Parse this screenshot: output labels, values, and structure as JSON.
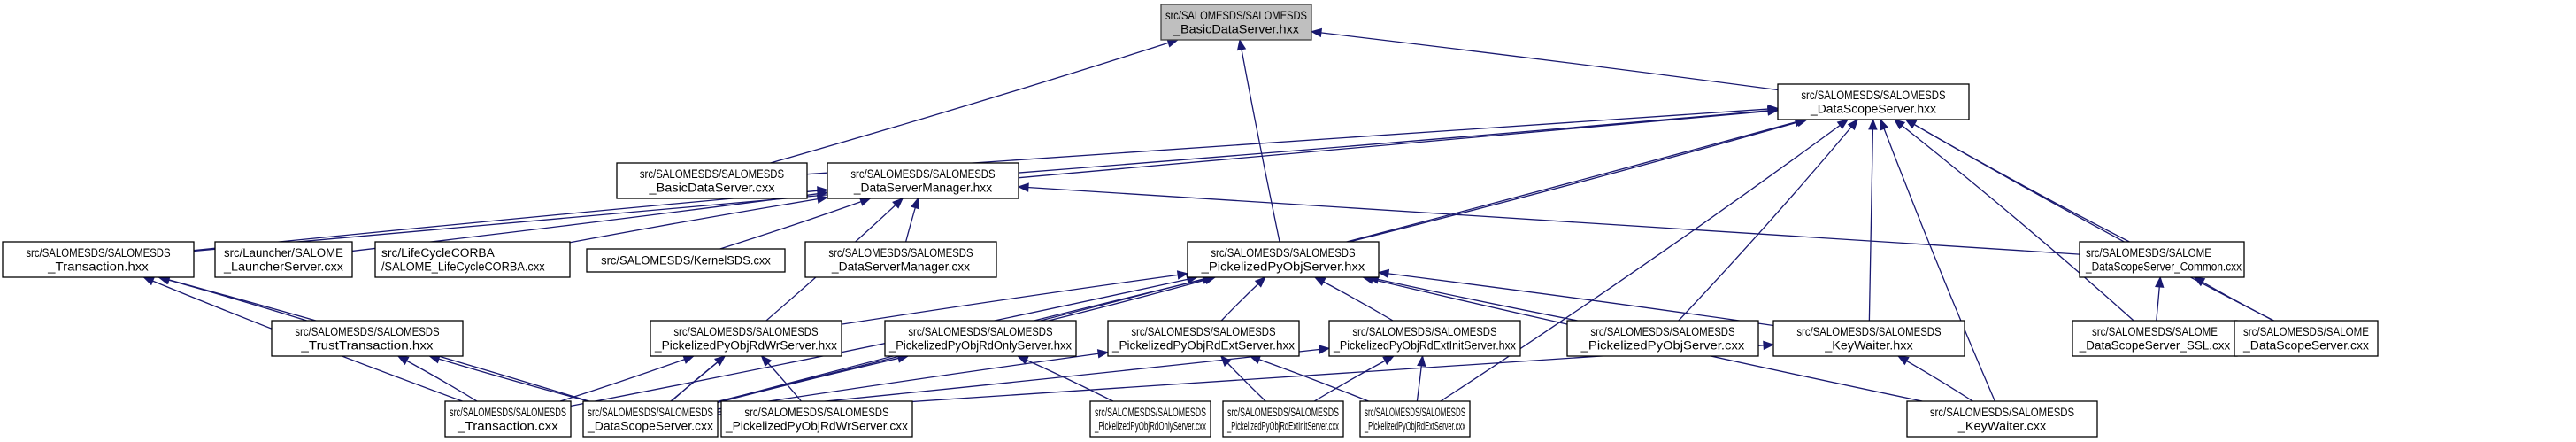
{
  "diagram": {
    "type": "include-dependency-graph",
    "colors": {
      "edge": "#191970",
      "root_fill": "#bfbfbf",
      "node_fill": "#ffffff",
      "node_border": "#000000"
    },
    "nodes": [
      {
        "id": "n0",
        "lines": [
          "src/SALOMESDS/SALOMESDS",
          "_BasicDataServer.hxx"
        ],
        "root": true
      },
      {
        "id": "n1",
        "lines": [
          "src/SALOMESDS/SALOMESDS",
          "_DataScopeServer.hxx"
        ]
      },
      {
        "id": "n2",
        "lines": [
          "src/SALOMESDS/SALOMESDS",
          "_BasicDataServer.cxx"
        ]
      },
      {
        "id": "n3",
        "lines": [
          "src/SALOMESDS/SALOMESDS",
          "_DataServerManager.hxx"
        ]
      },
      {
        "id": "n4",
        "lines": [
          "src/SALOMESDS/SALOMESDS",
          "_Transaction.hxx"
        ]
      },
      {
        "id": "n5",
        "lines": [
          "src/Launcher/SALOME",
          "_LauncherServer.cxx"
        ]
      },
      {
        "id": "n6",
        "lines": [
          "src/LifeCycleCORBA",
          "/SALOME_LifeCycleCORBA.cxx"
        ]
      },
      {
        "id": "n7",
        "lines": [
          "src/SALOMESDS/KernelSDS.cxx"
        ]
      },
      {
        "id": "n8",
        "lines": [
          "src/SALOMESDS/SALOMESDS",
          "_DataServerManager.cxx"
        ]
      },
      {
        "id": "n9",
        "lines": [
          "src/SALOMESDS/SALOMESDS",
          "_PickelizedPyObjServer.hxx"
        ]
      },
      {
        "id": "n10",
        "lines": [
          "src/SALOMESDS/SALOME",
          "_DataScopeServer_Common.cxx"
        ]
      },
      {
        "id": "n11",
        "lines": [
          "src/SALOMESDS/SALOMESDS",
          "_TrustTransaction.hxx"
        ]
      },
      {
        "id": "n12",
        "lines": [
          "src/SALOMESDS/SALOMESDS",
          "_PickelizedPyObjRdWrServer.hxx"
        ]
      },
      {
        "id": "n13",
        "lines": [
          "src/SALOMESDS/SALOMESDS",
          "_PickelizedPyObjRdOnlyServer.hxx"
        ]
      },
      {
        "id": "n14",
        "lines": [
          "src/SALOMESDS/SALOMESDS",
          "_PickelizedPyObjRdExtServer.hxx"
        ]
      },
      {
        "id": "n15",
        "lines": [
          "src/SALOMESDS/SALOMESDS",
          "_PickelizedPyObjRdExtInitServer.hxx"
        ]
      },
      {
        "id": "n16",
        "lines": [
          "src/SALOMESDS/SALOMESDS",
          "_PickelizedPyObjServer.cxx"
        ]
      },
      {
        "id": "n17",
        "lines": [
          "src/SALOMESDS/SALOMESDS",
          "_KeyWaiter.hxx"
        ]
      },
      {
        "id": "n18",
        "lines": [
          "src/SALOMESDS/SALOME",
          "_DataScopeServer_SSL.cxx"
        ]
      },
      {
        "id": "n19",
        "lines": [
          "src/SALOMESDS/SALOME",
          "_DataScopeServer.cxx"
        ]
      },
      {
        "id": "n20",
        "lines": [
          "src/SALOMESDS/SALOMESDS",
          "_Transaction.cxx"
        ]
      },
      {
        "id": "n21",
        "lines": [
          "src/SALOMESDS/SALOMESDS",
          "_DataScopeServer.cxx"
        ]
      },
      {
        "id": "n22",
        "lines": [
          "src/SALOMESDS/SALOMESDS",
          "_PickelizedPyObjRdWrServer.cxx"
        ]
      },
      {
        "id": "n23",
        "lines": [
          "src/SALOMESDS/SALOMESDS",
          "_PickelizedPyObjRdOnlyServer.cxx"
        ]
      },
      {
        "id": "n24",
        "lines": [
          "src/SALOMESDS/SALOMESDS",
          "_PickelizedPyObjRdExtInitServer.cxx"
        ]
      },
      {
        "id": "n25",
        "lines": [
          "src/SALOMESDS/SALOMESDS",
          "_PickelizedPyObjRdExtServer.cxx"
        ]
      },
      {
        "id": "n26",
        "lines": [
          "src/SALOMESDS/SALOMESDS",
          "_KeyWaiter.cxx"
        ]
      }
    ],
    "edges": [
      [
        "n2",
        "n0"
      ],
      [
        "n9",
        "n0"
      ],
      [
        "n1",
        "n0"
      ],
      [
        "n2",
        "n1"
      ],
      [
        "n3",
        "n1"
      ],
      [
        "n4",
        "n1"
      ],
      [
        "n9",
        "n1"
      ],
      [
        "n10",
        "n1"
      ],
      [
        "n16",
        "n1"
      ],
      [
        "n17",
        "n1"
      ],
      [
        "n21",
        "n1"
      ],
      [
        "n26",
        "n1"
      ],
      [
        "n25",
        "n1"
      ],
      [
        "n19",
        "n1"
      ],
      [
        "n18",
        "n1"
      ],
      [
        "n4",
        "n3"
      ],
      [
        "n5",
        "n3"
      ],
      [
        "n6",
        "n3"
      ],
      [
        "n7",
        "n3"
      ],
      [
        "n8",
        "n3"
      ],
      [
        "n21",
        "n3"
      ],
      [
        "n10",
        "n3"
      ],
      [
        "n11",
        "n4"
      ],
      [
        "n20",
        "n4"
      ],
      [
        "n21",
        "n4"
      ],
      [
        "n12",
        "n9"
      ],
      [
        "n13",
        "n9"
      ],
      [
        "n14",
        "n9"
      ],
      [
        "n15",
        "n9"
      ],
      [
        "n16",
        "n9"
      ],
      [
        "n17",
        "n9"
      ],
      [
        "n21",
        "n9"
      ],
      [
        "n20",
        "n9"
      ],
      [
        "n26",
        "n9"
      ],
      [
        "n18",
        "n10"
      ],
      [
        "n19",
        "n10"
      ],
      [
        "n20",
        "n11"
      ],
      [
        "n21",
        "n11"
      ],
      [
        "n20",
        "n12"
      ],
      [
        "n21",
        "n12"
      ],
      [
        "n22",
        "n12"
      ],
      [
        "n21",
        "n13"
      ],
      [
        "n23",
        "n13"
      ],
      [
        "n21",
        "n14"
      ],
      [
        "n25",
        "n14"
      ],
      [
        "n24",
        "n14"
      ],
      [
        "n21",
        "n15"
      ],
      [
        "n24",
        "n15"
      ],
      [
        "n25",
        "n15"
      ],
      [
        "n21",
        "n17"
      ],
      [
        "n26",
        "n17"
      ]
    ]
  }
}
